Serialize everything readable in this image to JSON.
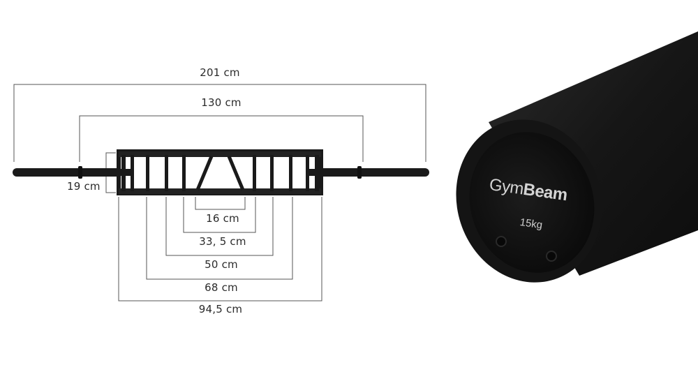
{
  "diagram": {
    "dimensions": {
      "total_length": "201 cm",
      "inner_sleeve_span": "130 cm",
      "frame_height": "19 cm",
      "grip_16": "16 cm",
      "grip_33_5": "33, 5 cm",
      "grip_50": "50 cm",
      "grip_68": "68 cm",
      "frame_width": "94,5 cm"
    }
  },
  "product_photo": {
    "brand_light": "Gym",
    "brand_bold": "Beam",
    "weight": "15kg"
  },
  "colors": {
    "line": "#555555",
    "bar": "#1a1a1a",
    "background": "#ffffff"
  }
}
